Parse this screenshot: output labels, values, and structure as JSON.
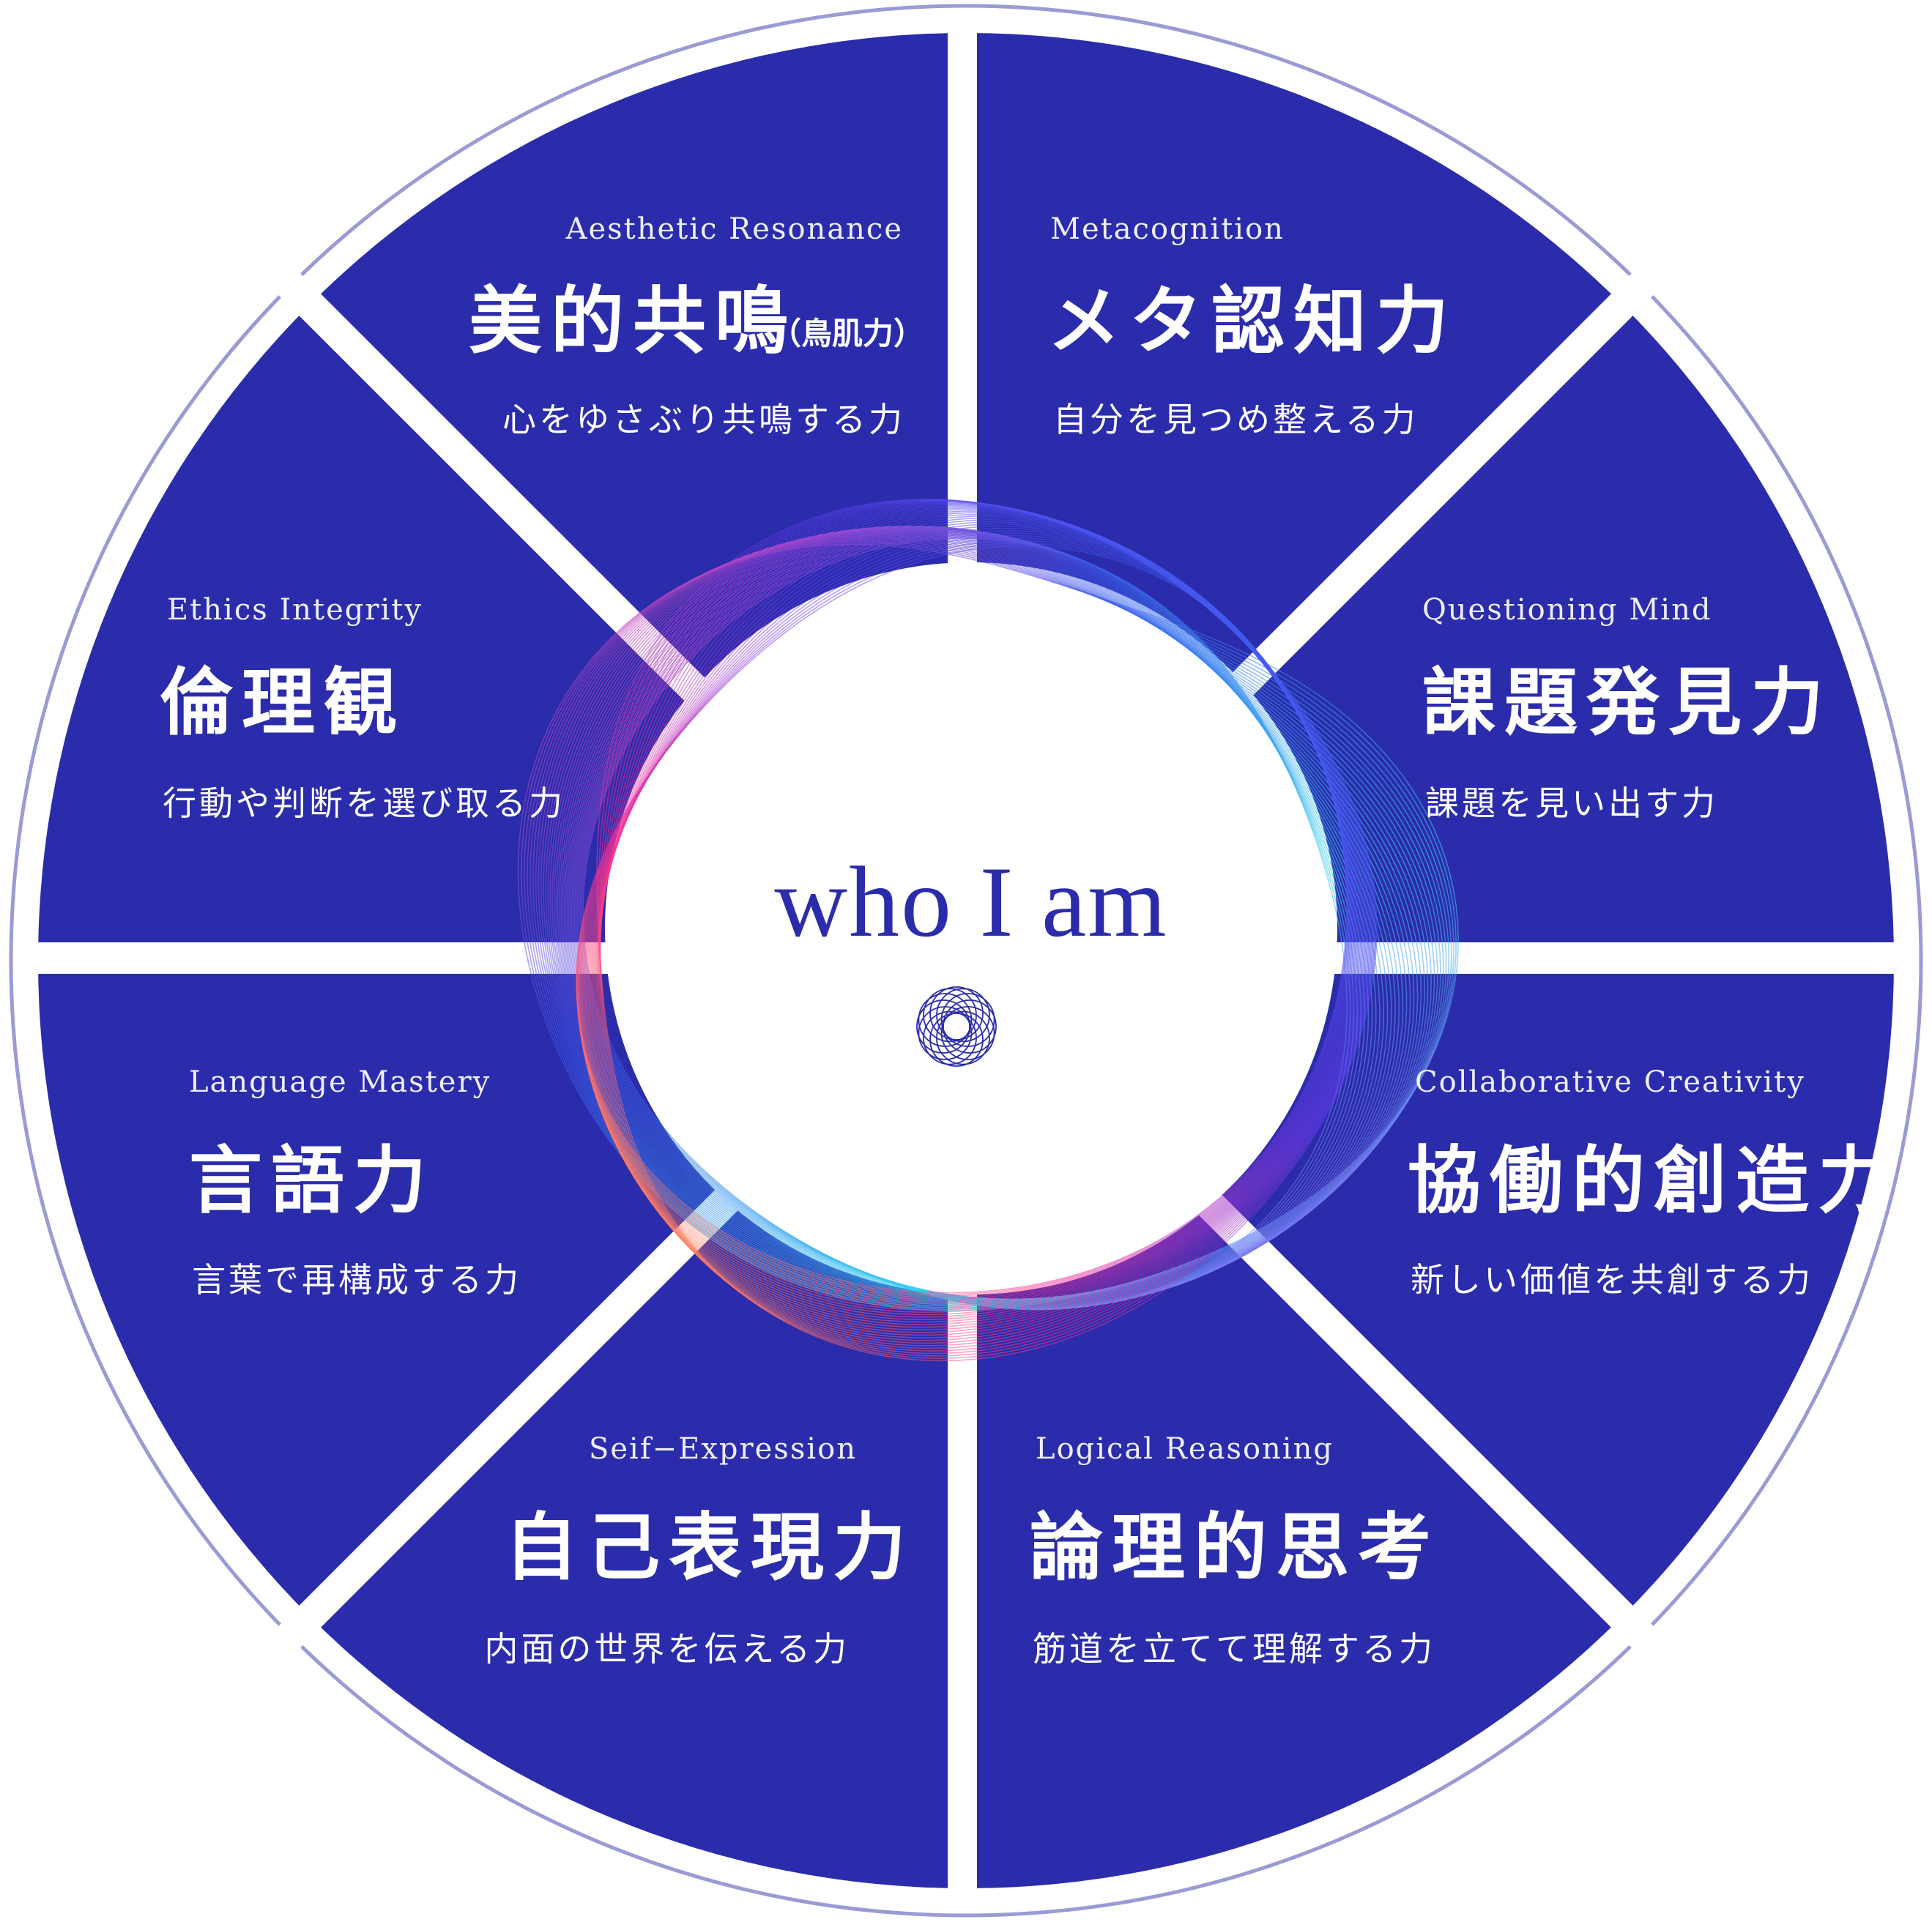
{
  "center": {
    "title": "who I am",
    "logo_icon": "swirl-logo-icon"
  },
  "segments": [
    {
      "id": "aesthetic",
      "en": "Aesthetic Resonance",
      "title": "美的共鳴",
      "note": "（鳥肌力）",
      "desc": "心をゆさぶり共鳴する力"
    },
    {
      "id": "metacognition",
      "en": "Metacognition",
      "title": "メタ認知力",
      "desc": "自分を見つめ整える力"
    },
    {
      "id": "questioning",
      "en": "Questioning Mind",
      "title": "課題発見力",
      "desc": "課題を見い出す力"
    },
    {
      "id": "collaborative",
      "en": "Collaborative Creativity",
      "title": "協働的創造力",
      "desc": "新しい価値を共創する力"
    },
    {
      "id": "logical",
      "en": "Logical Reasoning",
      "title": "論理的思考",
      "desc": "筋道を立てて理解する力"
    },
    {
      "id": "self-expression",
      "en": "Seif−Expression",
      "title": "自己表現力",
      "desc": "内面の世界を伝える力"
    },
    {
      "id": "language",
      "en": "Language Mastery",
      "title": "言語力",
      "desc": "言葉で再構成する力"
    },
    {
      "id": "ethics",
      "en": "Ethics Integrity",
      "title": "倫理観",
      "desc": "行動や判断を選び取る力"
    }
  ],
  "colors": {
    "segment_fill": "#2b2cab",
    "outer_ring": "#9b9bd4",
    "center_text": "#2b2cab",
    "ribbon": [
      "#1f4fe8",
      "#35c8f0",
      "#9b3cf0",
      "#ff2fa0",
      "#ff9a3c",
      "#ffd25a"
    ]
  }
}
